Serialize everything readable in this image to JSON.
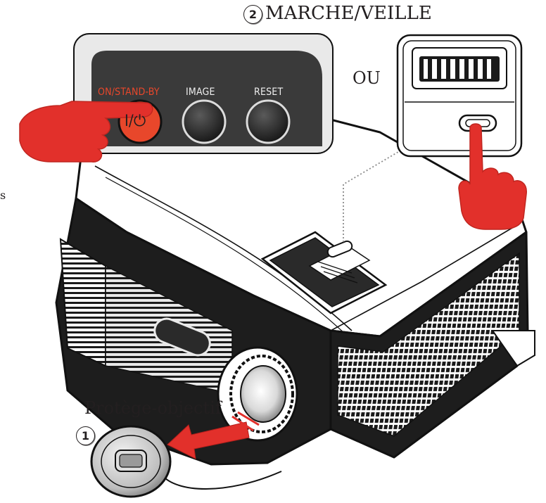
{
  "labels": {
    "power_step_title": "MARCHE/VEILLE",
    "alternative": "OU",
    "lens_cap": "Protège-objectif"
  },
  "steps": {
    "remove_cap": "1",
    "power_on": "2"
  },
  "control_panel": {
    "power_button_label": "ON/STAND-BY",
    "power_button_symbol": "I/⏻",
    "image_button_label": "IMAGE",
    "reset_button_label": "RESET"
  },
  "colors": {
    "accent_red": "#e2302b",
    "power_button_orange": "#e8472b",
    "panel_dark": "#3a3a3a",
    "ink": "#231f20"
  },
  "icons": [
    "hand-pointing-icon",
    "hand-pressing-icon",
    "arrow-icon"
  ]
}
